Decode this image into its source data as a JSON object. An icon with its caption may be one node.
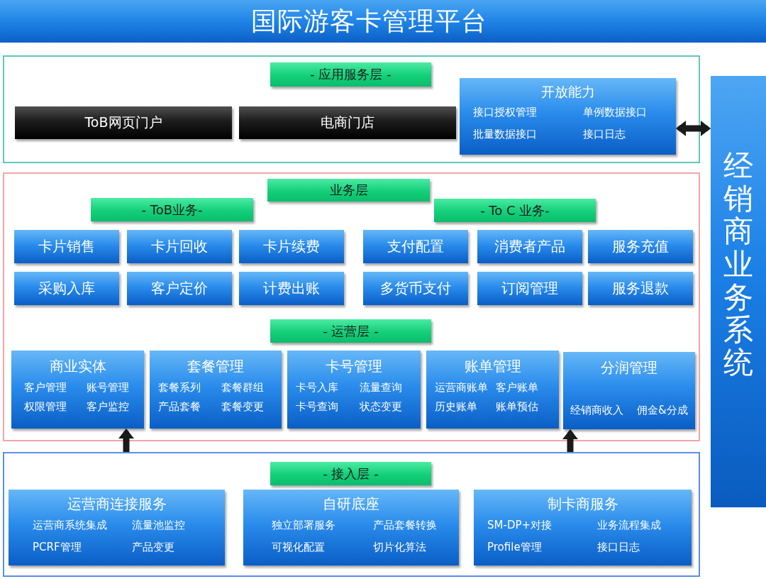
{
  "diagram": {
    "title": "国际游客卡管理平台",
    "nodes": [
      {
        "text": [],
        "shape": "box"
      },
      {
        "text": [
          "- 应用服务层 -"
        ],
        "in": 0
      },
      {
        "text": [
          "ToB网页门户"
        ],
        "in": 0
      },
      {
        "text": [
          "电商门店"
        ],
        "in": 0
      },
      {
        "text": [
          "开放能力",
          "接口授权管理",
          "单例数据接口",
          "批量数据接口",
          "接口日志"
        ],
        "in": 0
      },
      {
        "text": [],
        "shape": "box"
      },
      {
        "text": [
          "业务层"
        ],
        "in": 5
      },
      {
        "text": [
          "- ToB业务-"
        ],
        "in": 5
      },
      {
        "text": [
          "- To C 业务-"
        ],
        "in": 5
      },
      {
        "text": [
          "卡片销售"
        ],
        "in": 5
      },
      {
        "text": [
          "卡片回收"
        ],
        "in": 5
      },
      {
        "text": [
          "卡片续费"
        ],
        "in": 5
      },
      {
        "text": [
          "支付配置"
        ],
        "in": 5
      },
      {
        "text": [
          "消费者产品"
        ],
        "in": 5
      },
      {
        "text": [
          "服务充值"
        ],
        "in": 5
      },
      {
        "text": [
          "采购入库"
        ],
        "in": 5
      },
      {
        "text": [
          "客户定价"
        ],
        "in": 5
      },
      {
        "text": [
          "计费出账"
        ],
        "in": 5
      },
      {
        "text": [
          "多货币支付"
        ],
        "in": 5
      },
      {
        "text": [
          "订阅管理"
        ],
        "in": 5
      },
      {
        "text": [
          "服务退款"
        ],
        "in": 5
      },
      {
        "text": [
          "- 运营层 -"
        ],
        "in": 5
      },
      {
        "text": [
          "商业实体",
          "客户管理",
          "账号管理",
          "权限管理",
          "客户监控"
        ],
        "in": 5
      },
      {
        "text": [
          "套餐管理",
          "套餐系列",
          "套餐群组",
          "产品套餐",
          "套餐变更"
        ],
        "in": 5
      },
      {
        "text": [
          "卡号管理",
          "卡号入库",
          "流量查询",
          "卡号查询",
          "状态变更"
        ],
        "in": 5
      },
      {
        "text": [
          "账单管理",
          "运营商账单",
          "客户账单",
          "历史账单",
          "账单预估"
        ],
        "in": 5
      },
      {
        "text": [
          "分润管理",
          "经销商收入",
          "佣金&分成"
        ],
        "in": 5
      },
      {
        "text": [],
        "shape": "box"
      },
      {
        "text": [
          "- 接入层 -"
        ],
        "in": 27
      },
      {
        "text": [
          "运营商连接服务",
          "运营商系统集成",
          "流量池监控",
          "PCRF管理",
          "产品变更"
        ],
        "in": 27
      },
      {
        "text": [
          "自研底座",
          "独立部署服务",
          "产品套餐转换",
          "可视化配置",
          "切片化算法"
        ],
        "in": 27
      },
      {
        "text": [
          "制卡商服务",
          "SM-DP+对接",
          "业务流程集成",
          "Profile管理",
          "接口日志"
        ],
        "in": 27
      },
      {
        "text": [
          "经销商业务系统"
        ]
      }
    ],
    "edges": [
      {
        "from": 4,
        "to": 32,
        "arrow": "both"
      },
      {
        "from": 27,
        "to": 22,
        "arrow": "to"
      },
      {
        "from": 27,
        "to": 26,
        "arrow": "to"
      }
    ]
  }
}
